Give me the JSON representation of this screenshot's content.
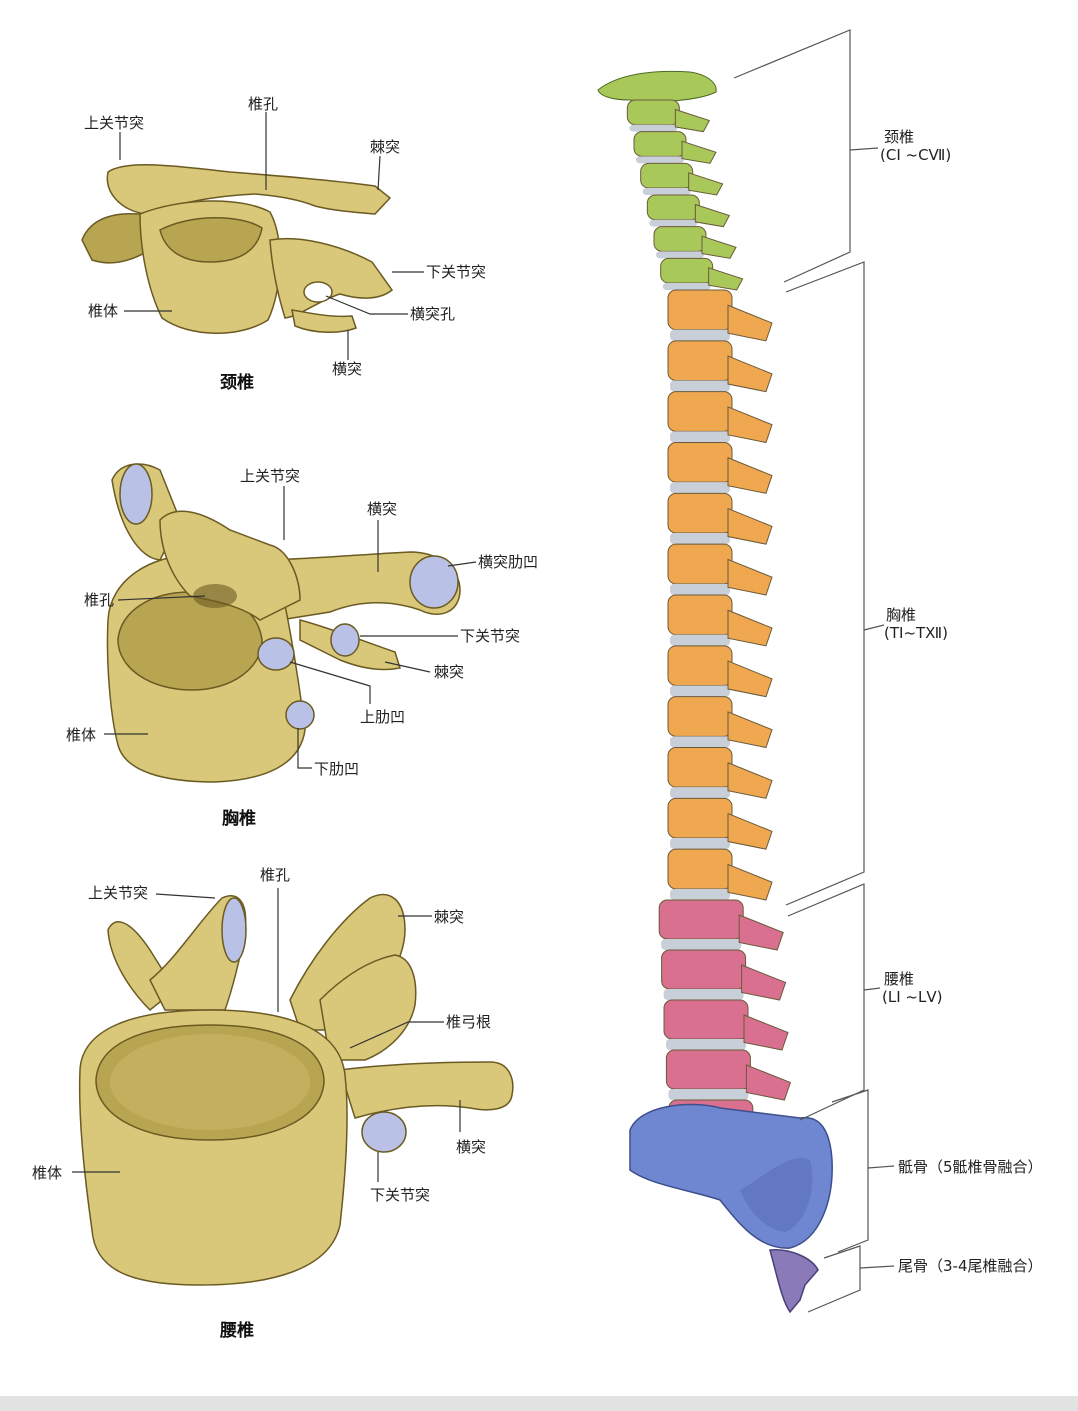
{
  "colors": {
    "bone": "#d9c77a",
    "bone_shade": "#b8a552",
    "cartilage": "#b9c2e6",
    "cervical": "#a8c95a",
    "thoracic": "#f0a850",
    "lumbar": "#d9708f",
    "sacrum": "#6f86d0",
    "coccyx": "#8a7ab8",
    "disc": "#c9cfd8"
  },
  "cervical_vertebra": {
    "caption": "颈椎",
    "labels": {
      "superior_articular": "上关节突",
      "vertebral_foramen": "椎孔",
      "spinous": "棘突",
      "inferior_articular": "下关节突",
      "body": "椎体",
      "transverse_foramen": "横突孔",
      "transverse": "横突"
    }
  },
  "thoracic_vertebra": {
    "caption": "胸椎",
    "labels": {
      "superior_articular": "上关节突",
      "transverse": "横突",
      "transverse_costal_facet": "横突肋凹",
      "vertebral_foramen": "椎孔",
      "inferior_articular": "下关节突",
      "spinous": "棘突",
      "superior_costal_facet": "上肋凹",
      "body": "椎体",
      "inferior_costal_facet": "下肋凹"
    }
  },
  "lumbar_vertebra": {
    "caption": "腰椎",
    "labels": {
      "vertebral_foramen": "椎孔",
      "superior_articular": "上关节突",
      "spinous": "棘突",
      "pedicle": "椎弓根",
      "transverse": "横突",
      "body": "椎体",
      "inferior_articular": "下关节突"
    }
  },
  "spine": {
    "cervical": {
      "name": "颈椎",
      "range": "(CⅠ ~CⅦ)"
    },
    "thoracic": {
      "name": "胸椎",
      "range": "(TⅠ~TⅫ)"
    },
    "lumbar": {
      "name": "腰椎",
      "range": "(LⅠ ~LⅤ)"
    },
    "sacrum": {
      "name": "骶骨（5骶椎骨融合）"
    },
    "coccyx": {
      "name": "尾骨（3-4尾椎融合）"
    }
  }
}
